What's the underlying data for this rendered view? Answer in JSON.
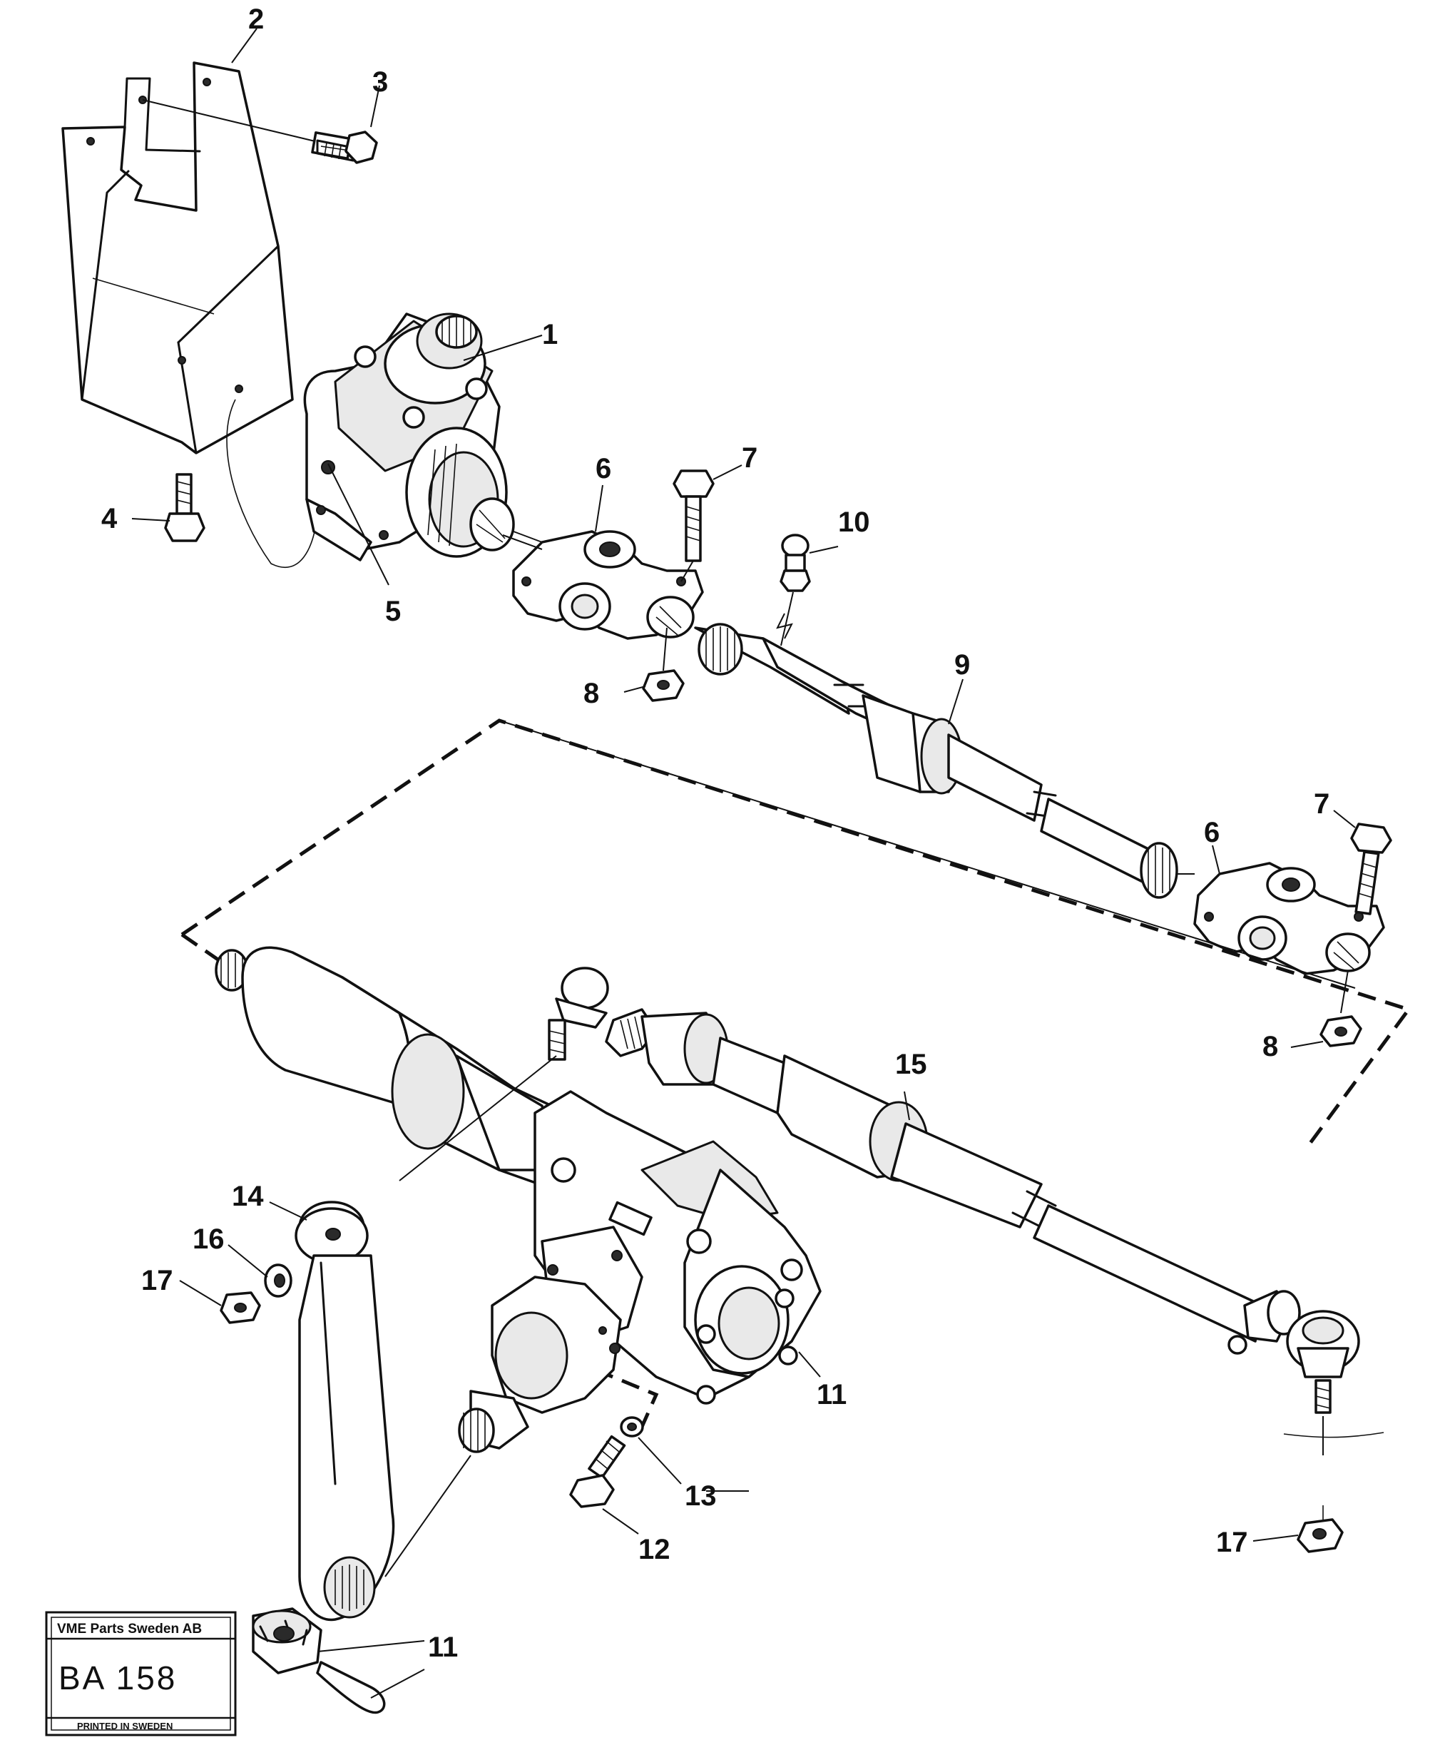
{
  "callouts": {
    "c1": "1",
    "c2": "2",
    "c3": "3",
    "c4": "4",
    "c5": "5",
    "c6a": "6",
    "c6b": "6",
    "c7a": "7",
    "c7b": "7",
    "c8a": "8",
    "c8b": "8",
    "c9": "9",
    "c10": "10",
    "c11a": "11",
    "c11b": "11",
    "c12": "12",
    "c13": "13",
    "c14": "14",
    "c15": "15",
    "c16": "16",
    "c17a": "17",
    "c17b": "17"
  },
  "stamp": {
    "company": "VME Parts Sweden AB",
    "code": "BA 158",
    "printed": "PRINTED IN SWEDEN"
  }
}
